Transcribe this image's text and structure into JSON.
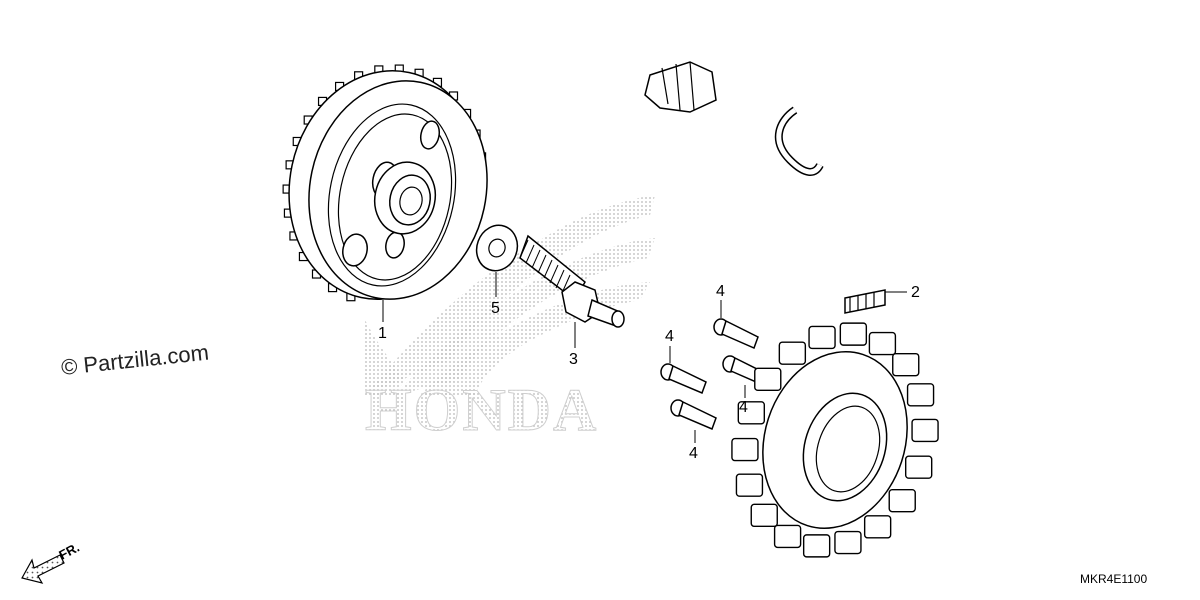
{
  "watermark": "© Partzilla.com",
  "logo_text": "HONDA",
  "diagram_code": "MKR4E1100",
  "direction_label": "FR.",
  "callouts": {
    "flywheel": "1",
    "stator_cable": "2",
    "bolt_flywheel": "3",
    "bolt_a": "4",
    "bolt_b": "4",
    "bolt_c": "4",
    "bolt_d": "4",
    "washer": "5"
  },
  "icons": {
    "copyright": "copyright-icon",
    "arrow": "front-arrow-icon",
    "logo": "honda-wing-logo"
  }
}
